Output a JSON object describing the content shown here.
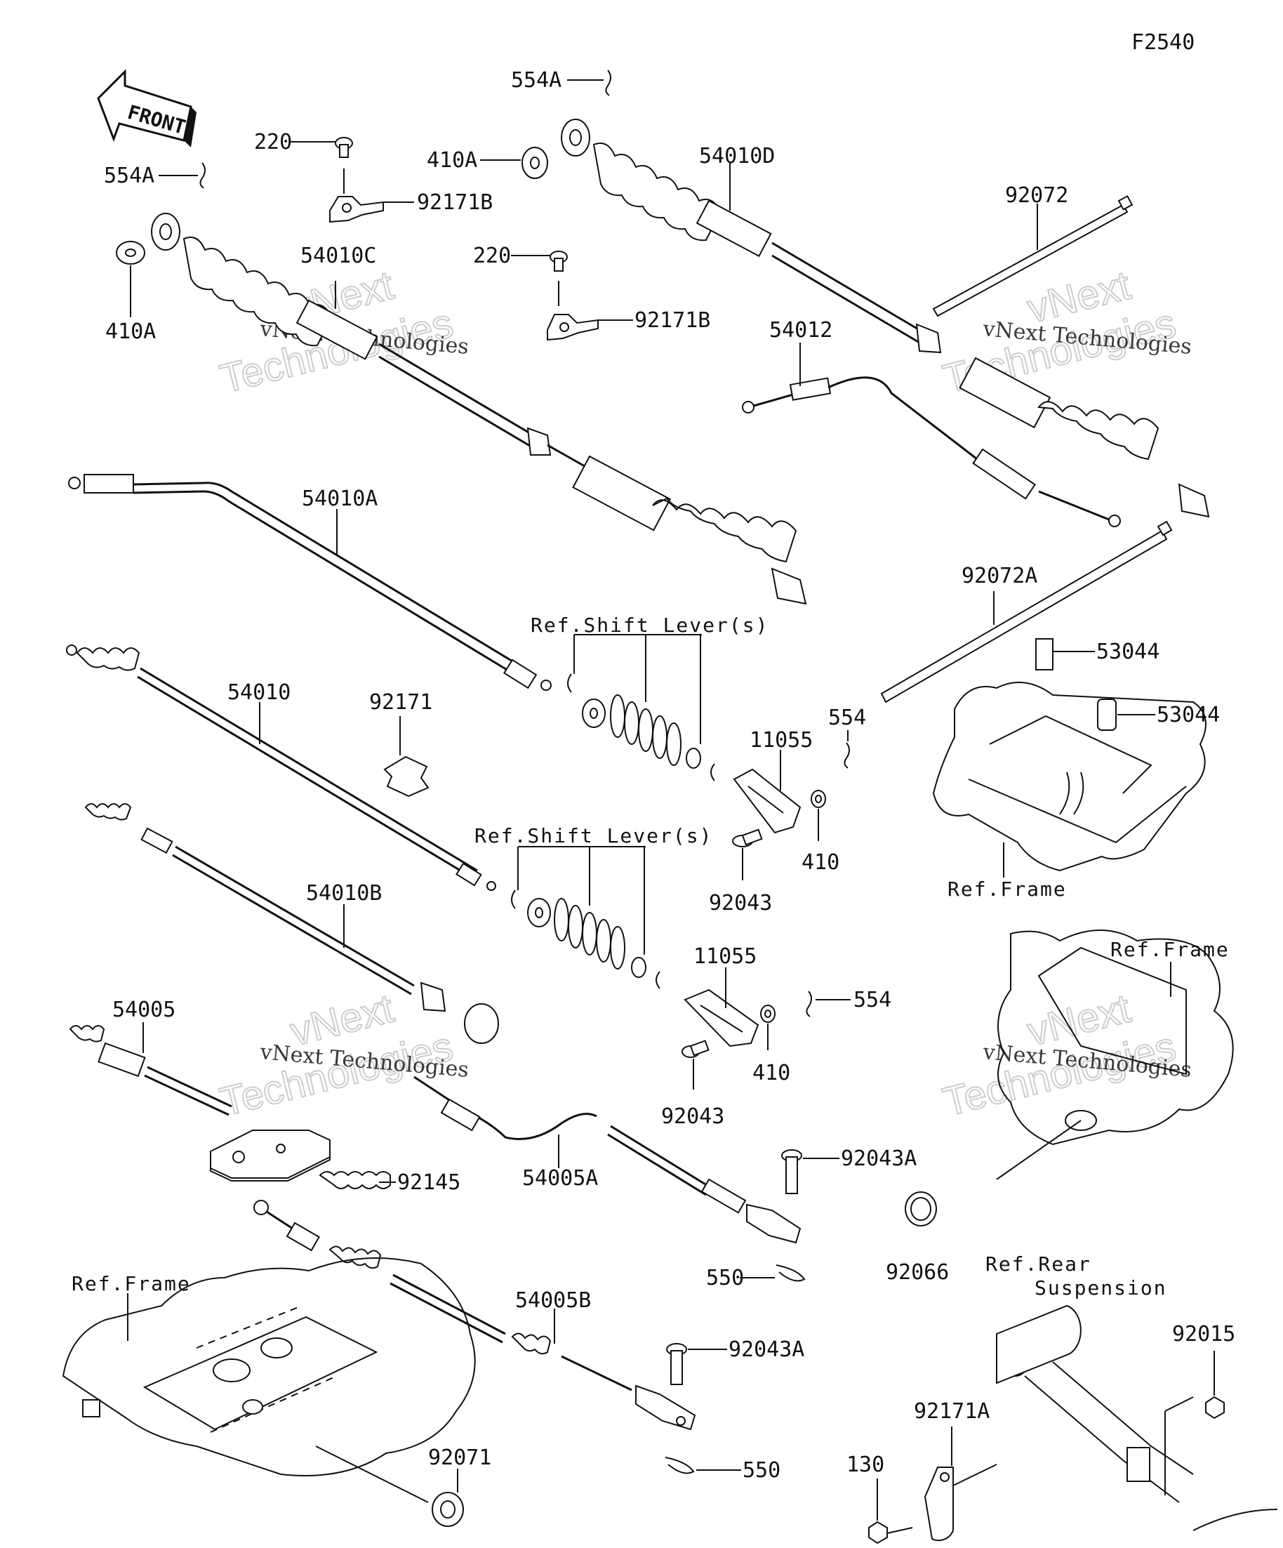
{
  "figure_code": "F2540",
  "front_arrow": {
    "text": "FRONT",
    "icon": "front-arrow-icon"
  },
  "watermark": {
    "line1": "vNext Technologies",
    "big1": "vNext",
    "big2": "Technologies"
  },
  "part_labels": {
    "p554A_top": "554A",
    "p554A_left": "554A",
    "p220_a": "220",
    "p220_b": "220",
    "p410A_a": "410A",
    "p410A_b": "410A",
    "p92171B_a": "92171B",
    "p92171B_b": "92171B",
    "p54010C": "54010C",
    "p54010D": "54010D",
    "p92072": "92072",
    "p54012": "54012",
    "p54010A": "54010A",
    "p92072A": "92072A",
    "p53044_a": "53044",
    "p53044_b": "53044",
    "p54010": "54010",
    "p92171": "92171",
    "p11055_a": "11055",
    "p11055_b": "11055",
    "p554_a": "554",
    "p554_b": "554",
    "p410_a": "410",
    "p410_b": "410",
    "p92043_a": "92043",
    "p92043_b": "92043",
    "p54010B": "54010B",
    "p54005": "54005",
    "p54005A": "54005A",
    "p92145": "92145",
    "p92043A_a": "92043A",
    "p92043A_b": "92043A",
    "p550_a": "550",
    "p550_b": "550",
    "p92066": "92066",
    "p54005B": "54005B",
    "p92071": "92071",
    "p92015": "92015",
    "p92171A": "92171A",
    "p130": "130"
  },
  "ref_labels": {
    "shift_lever_a": "Ref.Shift Lever(s)",
    "shift_lever_b": "Ref.Shift Lever(s)",
    "frame_a": "Ref.Frame",
    "frame_b": "Ref.Frame",
    "frame_c": "Ref.Frame",
    "rear_susp_1": "Ref.Rear",
    "rear_susp_2": "Suspension"
  }
}
